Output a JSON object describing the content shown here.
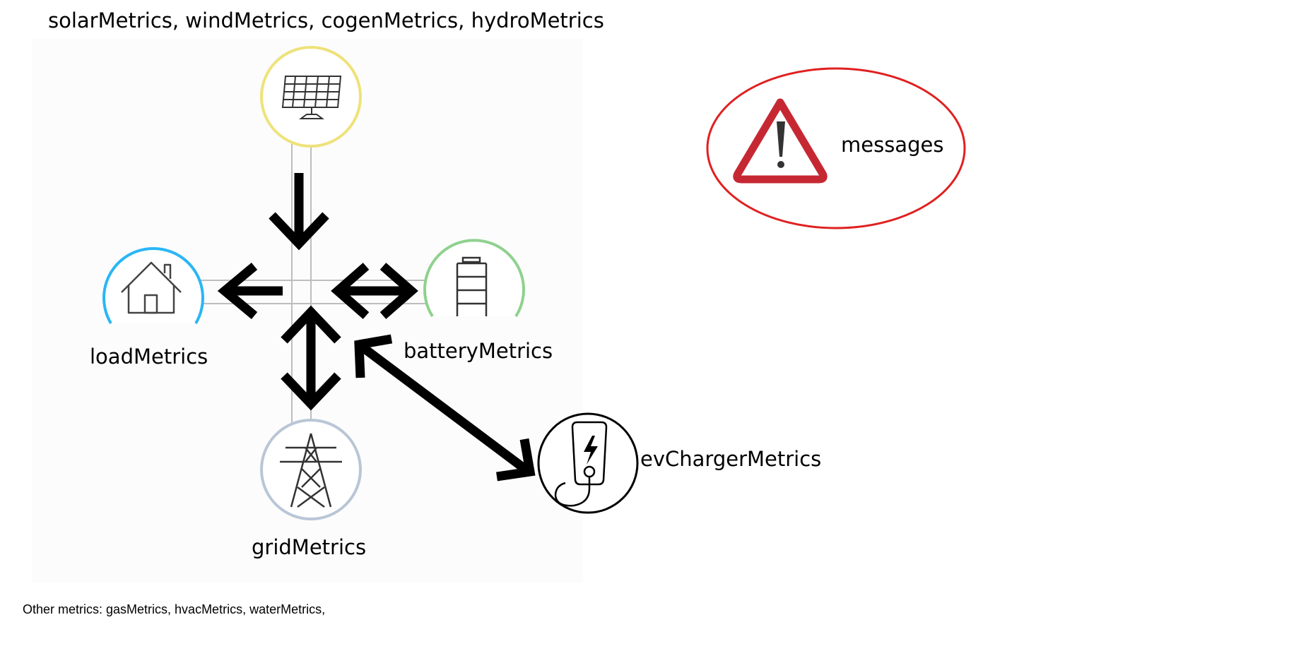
{
  "header": {
    "sources_label": "solarMetrics, windMetrics, cogenMetrics, hydroMetrics"
  },
  "nodes": {
    "load": {
      "label": "loadMetrics",
      "icon": "house-icon",
      "ring_color": "#29b6f6"
    },
    "battery": {
      "label": "batteryMetrics",
      "icon": "battery-icon",
      "ring_color": "#8fd18f"
    },
    "grid": {
      "label": "gridMetrics",
      "icon": "transmission-tower-icon",
      "ring_color": "#b9c6d6"
    },
    "solar": {
      "icon": "solar-panel-icon",
      "ring_color": "#eee27a"
    },
    "ev_charger": {
      "label": "evChargerMetrics",
      "icon": "ev-charger-icon",
      "ring_color": "#000000"
    }
  },
  "messages": {
    "label": "messages",
    "icon": "warning-triangle-icon",
    "border_color": "#e02020",
    "icon_color": "#c62833"
  },
  "footer": {
    "other_metrics_label": "Other metrics: gasMetrics, hvacMetrics, waterMetrics,"
  }
}
